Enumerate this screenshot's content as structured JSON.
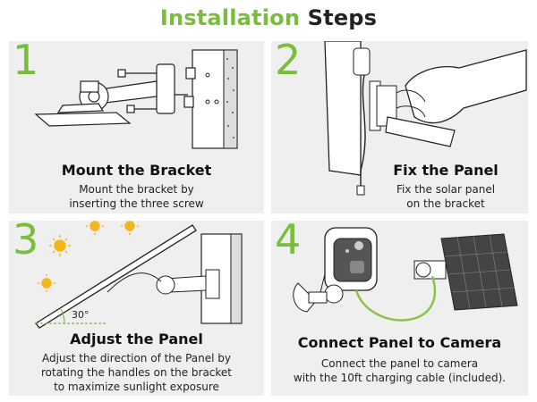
{
  "header": {
    "title_highlight": "Installation",
    "title_rest": "Steps"
  },
  "steps": [
    {
      "number": "1",
      "title": "Mount the Bracket",
      "line1": "Mount the bracket by",
      "line2": "inserting the three screw"
    },
    {
      "number": "2",
      "title": "Fix the Panel",
      "line1": "Fix the solar panel",
      "line2": "on the bracket"
    },
    {
      "number": "3",
      "title": "Adjust the Panel",
      "line1": "Adjust the direction of the Panel by",
      "line2": "rotating the handles on the bracket",
      "line3": "to maximize sunlight exposure",
      "angle_label": "30°"
    },
    {
      "number": "4",
      "title": "Connect Panel to Camera",
      "line1": "Connect the panel to camera",
      "line2": "with the 10ft charging cable (included)."
    }
  ],
  "colors": {
    "accent": "#78be3a",
    "panel_bg": "#efefef",
    "sun": "#f2b71c"
  }
}
